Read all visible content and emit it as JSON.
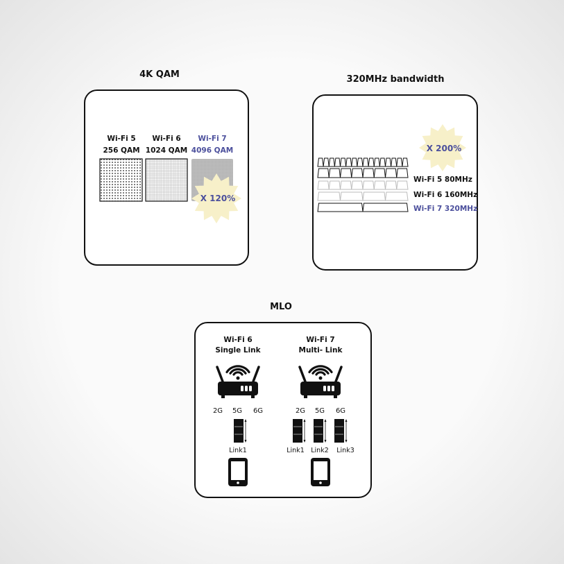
{
  "colors": {
    "accent": "#4b4f9c",
    "burst": "#f7f0c9"
  },
  "qam": {
    "title": "4K QAM",
    "items": [
      {
        "gen": "Wi-Fi 5",
        "value": "256 QAM"
      },
      {
        "gen": "Wi-Fi 6",
        "value": "1024 QAM"
      },
      {
        "gen": "Wi-Fi 7",
        "value": "4096 QAM"
      }
    ],
    "gain": "X 120%"
  },
  "bandwidth": {
    "title": "320MHz bandwidth",
    "gain": "X 200%",
    "rows": [
      {
        "label": "Wi-Fi 5 80MHz",
        "channels": 8
      },
      {
        "label": "Wi-Fi 6 160MHz",
        "channels": 4
      },
      {
        "label": "Wi-Fi 7 320MHz",
        "channels": 2
      }
    ]
  },
  "mlo": {
    "title": "MLO",
    "left": {
      "gen": "Wi-Fi 6",
      "mode": "Single Link",
      "bands": [
        "2G",
        "5G",
        "6G"
      ],
      "links": [
        "Link1"
      ]
    },
    "right": {
      "gen": "Wi-Fi 7",
      "mode": "Multi- Link",
      "bands": [
        "2G",
        "5G",
        "6G"
      ],
      "links": [
        "Link1",
        "Link2",
        "Link3"
      ]
    }
  }
}
